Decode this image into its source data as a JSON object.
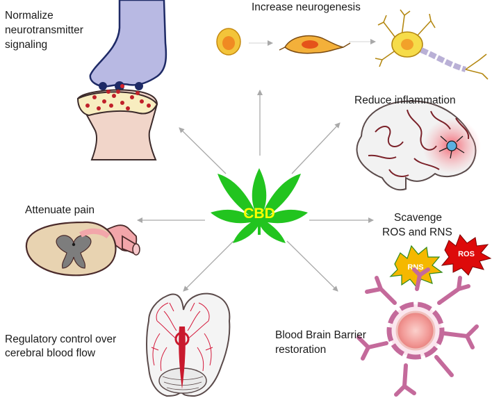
{
  "center": {
    "label": "CBD",
    "leaf_color": "#22c41f",
    "text_color": "#ffff00"
  },
  "effects": {
    "neurotransmitter": "Normalize\nneurotransmitter\nsignaling",
    "neurogenesis": "Increase neurogenesis",
    "inflammation": "Reduce inflammation",
    "pain": "Attenuate pain",
    "ros_rns": "Scavenge\nROS and RNS",
    "blood_flow": "Regulatory control over\ncerebral blood flow",
    "bbb": "Blood Brain Barrier\nrestoration"
  },
  "badges": {
    "rns": "RNS",
    "ros": "ROS"
  },
  "colors": {
    "arrow": "#a9a9a9",
    "rns_badge": "#f5b800",
    "ros_badge": "#dd0a0a",
    "vessel": "#d4183a",
    "barrier": "#c46a9b"
  }
}
